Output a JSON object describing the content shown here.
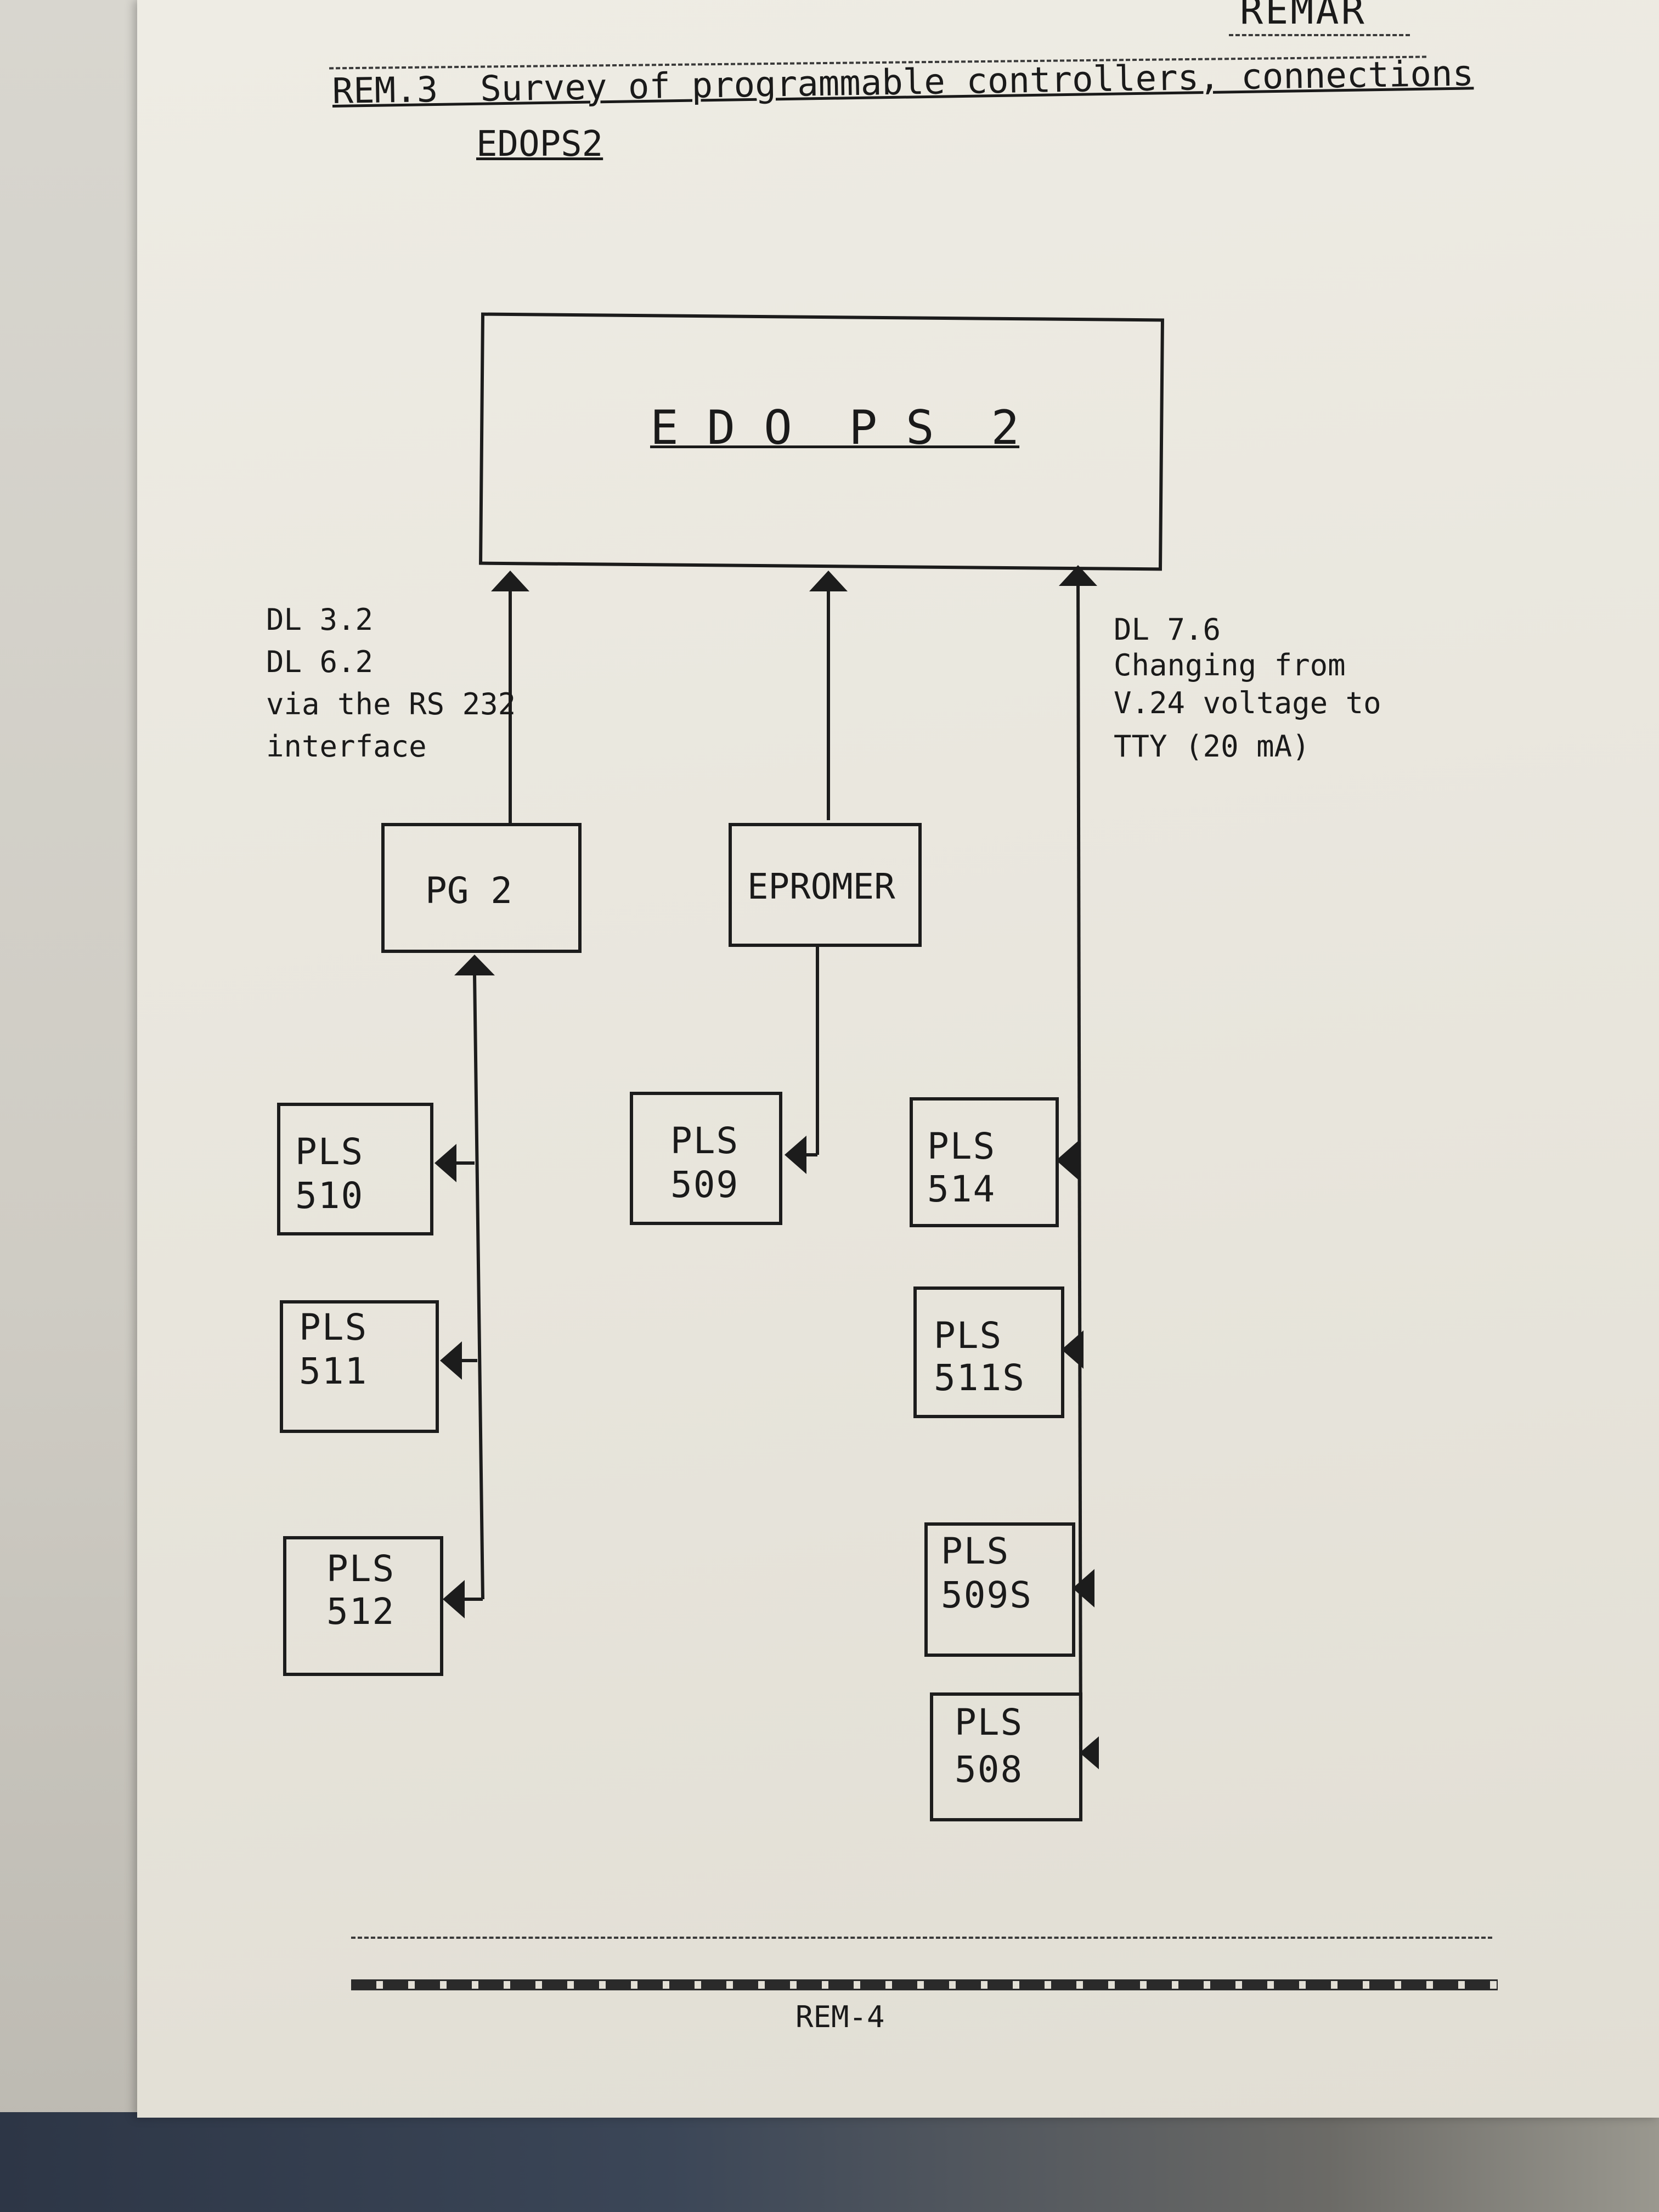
{
  "header": {
    "corner": "REMAR",
    "title_line1": "REM.3  Survey of programmable controllers, connections",
    "title_line2": "EDOPS2"
  },
  "main_box": {
    "label": "E D O  P S  2"
  },
  "left_note": [
    "DL 3.2",
    "DL 6.2",
    "via the RS 232",
    "interface"
  ],
  "right_note": [
    "DL 7.6",
    "Changing from",
    "V.24 voltage to",
    "TTY (20 mA)"
  ],
  "pg2": {
    "label": "PG 2"
  },
  "epromer": {
    "label": "EPROMER"
  },
  "pls_boxes": [
    {
      "id": "pls-510",
      "line1": "PLS",
      "line2": "510"
    },
    {
      "id": "pls-511",
      "line1": "PLS",
      "line2": "511"
    },
    {
      "id": "pls-512",
      "line1": "PLS",
      "line2": "512"
    },
    {
      "id": "pls-509",
      "line1": "PLS",
      "line2": "509"
    },
    {
      "id": "pls-514",
      "line1": "PLS",
      "line2": "514"
    },
    {
      "id": "pls-511s",
      "line1": "PLS",
      "line2": "511S"
    },
    {
      "id": "pls-509s",
      "line1": "PLS",
      "line2": "509S"
    },
    {
      "id": "pls-508",
      "line1": "PLS",
      "line2": "508"
    }
  ],
  "footer": {
    "page": "REM-4"
  }
}
